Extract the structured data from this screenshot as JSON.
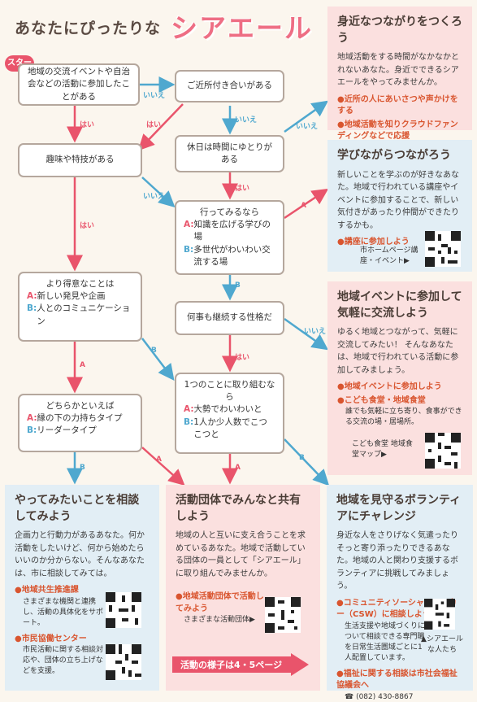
{
  "header": {
    "title_lead": "あなたにぴったりな",
    "title_brand": "シアエール",
    "start": "スタート"
  },
  "questions": {
    "q1": "地域の交流イベントや自治会などの活動に参加したことがある",
    "q2": "ご近所付き合いがある",
    "q3": "休日は時間にゆとりがある",
    "q4": "趣味や特技がある",
    "q5_title": "行ってみるなら",
    "q5_a": "知識を広げる学びの場",
    "q5_b": "多世代がわいわい交流する場",
    "q6_title": "より得意なことは",
    "q6_a": "新しい発見や企画",
    "q6_b": "人とのコミュニケーション",
    "q7": "何事も継続する性格だ",
    "q8_title": "1つのことに取り組むなら",
    "q8_a": "大勢でわいわいと",
    "q8_b": "1人か少人数でこつこつと",
    "q9_title": "どちらかといえば",
    "q9_a": "縁の下の力持ちタイプ",
    "q9_b": "リーダータイプ"
  },
  "labels": {
    "yes": "はい",
    "no": "いいえ",
    "A": "A",
    "B": "B",
    "A_colon": "A:",
    "B_colon": "B:"
  },
  "results": {
    "r1": {
      "title": "身近なつながりをつくろう",
      "body": "地域活動をする時間がなかなかとれないあなた。身近でできるシアエールをやってみませんか。",
      "b1": "●近所の人にあいさつや声かけをする",
      "b2": "●地域活動を知りクラウドファンディングなどで応援"
    },
    "r2": {
      "title": "学びながらつながろう",
      "body": "新しいことを学ぶのが好きなあなた。地域で行われている講座やイベントに参加することで、新しい気付きがあったり仲間ができたりするかも。",
      "b1": "●講座に参加しよう",
      "link": "市ホームページ講座・イベント▶"
    },
    "r3": {
      "title": "地域イベントに参加して気軽に交流しよう",
      "body": "ゆるく地域とつながって、気軽に交流してみたい！ そんなあなたは、地域で行われている活動に参加してみましょう。",
      "b1": "●地域イベントに参加しよう",
      "b2": "●こども食堂・地域食堂",
      "b2_sub": "誰でも気軽に立ち寄り、食事ができる交流の場・居場所。",
      "link": "こども食堂 地域食堂マップ▶"
    },
    "r4": {
      "title": "やってみたいことを相談してみよう",
      "body": "企画力と行動力があるあなた。何か活動をしたいけど、何から始めたらいいのか分からない。そんなあなたは、市に相談してみては。",
      "b1": "●地域共生推進課",
      "b1_sub": "さまざまな機関と連携し、活動の具体化をサポート。",
      "b2": "●市民協働センター",
      "b2_sub": "市民活動に関する相談対応や、団体の立ち上げなどを支援。"
    },
    "r5": {
      "title": "活動団体でみんなと共有しよう",
      "body": "地域の人と互いに支え合うことを求めているあなた。地域で活動している団体の一員として「シアエール」に取り組んでみませんか。",
      "b1": "●地域活動団体で活動してみよう",
      "link": "さまざまな活動団体▶",
      "banner": "活動の様子は4・5ページ"
    },
    "r6": {
      "title": "地域を見守るボランティアにチャレンジ",
      "body": "身近な人をさりげなく気遣ったりそっと寄り添ったりできるあなた。地域の人と関わり支援するボランティアに挑戦してみましょう。",
      "b1": "●コミュニティソーシャルワーカー（CSW）に相談しよう",
      "b1_sub": "生活支援や地域づくりについて相談できる専門職を日常生活圏域ごとに1人配置しています。",
      "link": "▲シアエールな人たち",
      "b2": "●福祉に関する相談は市社会福祉協議会へ",
      "phone": "☎ (082) 430-8867"
    }
  },
  "colors": {
    "pink": "#e9546b",
    "blue": "#4fa8cf",
    "panel_pink": "#fbe0df",
    "panel_blue": "#e2eef5",
    "box_border": "#b5a79d",
    "title_pink": "#ee6e84"
  }
}
